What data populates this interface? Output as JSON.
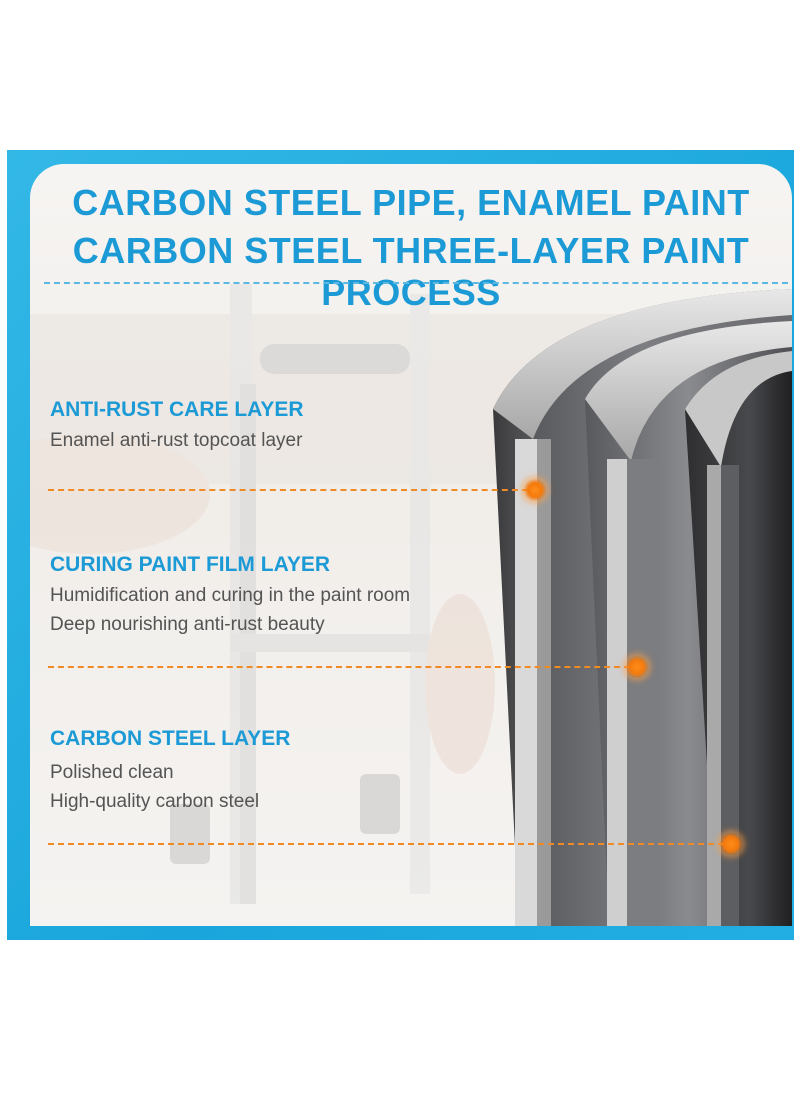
{
  "title": {
    "line1": "CARBON STEEL PIPE, ENAMEL PAINT",
    "line2": "CARBON STEEL THREE-LAYER PAINT PROCESS"
  },
  "layers": [
    {
      "heading": "ANTI-RUST CARE LAYER",
      "lines": [
        "Enamel anti-rust topcoat layer"
      ]
    },
    {
      "heading": "CURING PAINT FILM LAYER",
      "lines": [
        "Humidification and curing in the paint room",
        "Deep nourishing anti-rust beauty"
      ]
    },
    {
      "heading": "CARBON STEEL LAYER",
      "lines": [
        "Polished clean",
        "High-quality carbon steel"
      ]
    }
  ],
  "colors": {
    "frame": "#1aa6dc",
    "heading": "#1c9ad6",
    "body_text": "#545454",
    "leader": "#f08a24"
  }
}
